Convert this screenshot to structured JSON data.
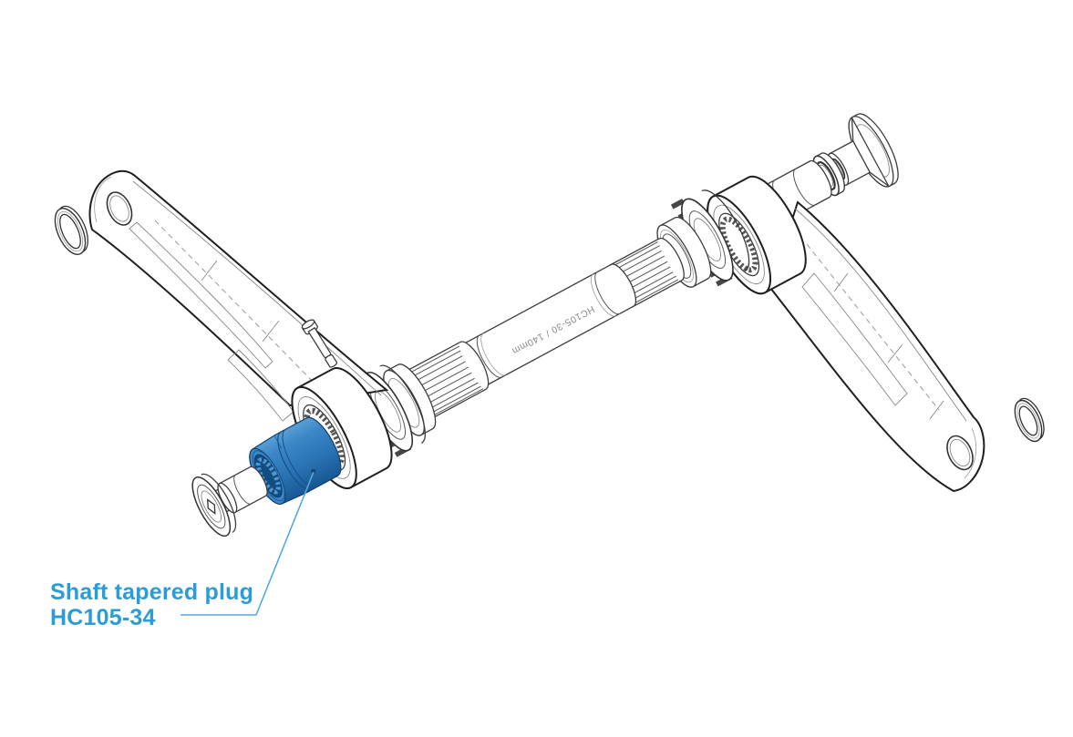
{
  "page": {
    "background_color": "#ffffff"
  },
  "diagram": {
    "description": "Exploded isometric line drawing of a crankset: left and right crank arms, bottom-bracket spindle with splined ends, bearing cones, lockrings, crank bolt, pedal washers and a highlighted shaft tapered plug",
    "colors": {
      "line": "#3d3d3d",
      "outline_dark": "#1f1f1f",
      "detail": "#8a8a8a",
      "highlight_fill": "#2e7cbe",
      "highlight_dark": "#175590",
      "highlight_light": "#5ea3d8",
      "callout_text": "#2b9cd8",
      "leader_line": "#55a9dc"
    },
    "shaft_marking": "HC105-30 / 140mm",
    "callout": {
      "line1": "Shaft tapered plug",
      "line2": "HC105-34"
    },
    "parts": [
      "left-pedal-washer",
      "left-crank-arm",
      "crank-bolt",
      "shaft-tapered-plug",
      "fixing-pin",
      "left-lockring",
      "left-bearing-cone",
      "spindle-splined-end-left",
      "spindle-shaft",
      "spindle-splined-end-right",
      "right-bearing-cone",
      "right-lockring",
      "right-crank-arm",
      "pedal-spindle",
      "spacer-ring",
      "preload-cap",
      "right-pedal-washer"
    ]
  }
}
